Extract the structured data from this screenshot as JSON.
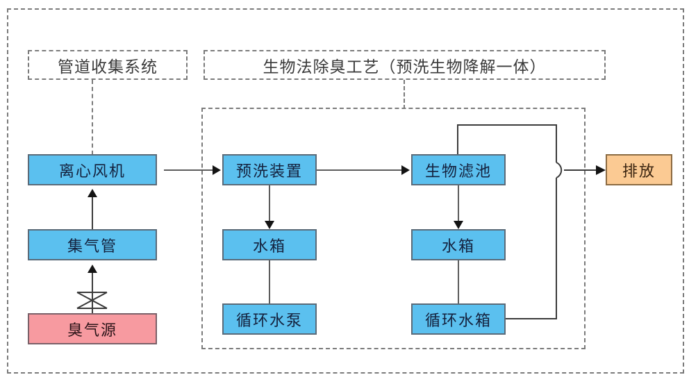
{
  "diagram": {
    "title_regions": [
      {
        "id": "pipe-collection",
        "label": "管道收集系统"
      },
      {
        "id": "bio-deodor-process",
        "label": "生物法除臭工艺（预洗生物降解一体）"
      }
    ],
    "colors": {
      "blue": "#5bc0ef",
      "pink": "#f79aa0",
      "orange": "#fbca93",
      "dashed_border": "#7a7a7a",
      "connector": "#5c5c5c",
      "node_border": "#5a6a78"
    },
    "nodes": [
      {
        "id": "centrifugal-fan",
        "label": "离心风机",
        "color": "blue"
      },
      {
        "id": "gas-collection-pipe",
        "label": "集气管",
        "color": "blue"
      },
      {
        "id": "odor-source",
        "label": "臭气源",
        "color": "pink"
      },
      {
        "id": "prewash-device",
        "label": "预洗装置",
        "color": "blue"
      },
      {
        "id": "water-tank-1",
        "label": "水箱",
        "color": "blue"
      },
      {
        "id": "circulating-pump",
        "label": "循环水泵",
        "color": "blue"
      },
      {
        "id": "biofilter",
        "label": "生物滤池",
        "color": "blue"
      },
      {
        "id": "water-tank-2",
        "label": "水箱",
        "color": "blue"
      },
      {
        "id": "circulating-tank",
        "label": "循环水箱",
        "color": "blue"
      },
      {
        "id": "discharge",
        "label": "排放",
        "color": "orange"
      }
    ],
    "flows": [
      {
        "from": "odor-source",
        "to": "gas-collection-pipe",
        "symbol": "valve"
      },
      {
        "from": "gas-collection-pipe",
        "to": "centrifugal-fan",
        "symbol": "arrow"
      },
      {
        "from": "centrifugal-fan",
        "to": "prewash-device",
        "symbol": "arrow"
      },
      {
        "from": "prewash-device",
        "to": "biofilter",
        "symbol": "arrow"
      },
      {
        "from": "prewash-device",
        "to": "water-tank-1",
        "symbol": "arrow"
      },
      {
        "from": "water-tank-1",
        "to": "circulating-pump",
        "symbol": "line"
      },
      {
        "from": "biofilter",
        "to": "water-tank-2",
        "symbol": "arrow"
      },
      {
        "from": "water-tank-2",
        "to": "circulating-tank",
        "symbol": "line"
      },
      {
        "from": "biofilter",
        "to": "discharge",
        "symbol": "arrow-hop"
      },
      {
        "from": "circulating-tank",
        "to": "discharge",
        "symbol": "line-hop"
      }
    ]
  }
}
